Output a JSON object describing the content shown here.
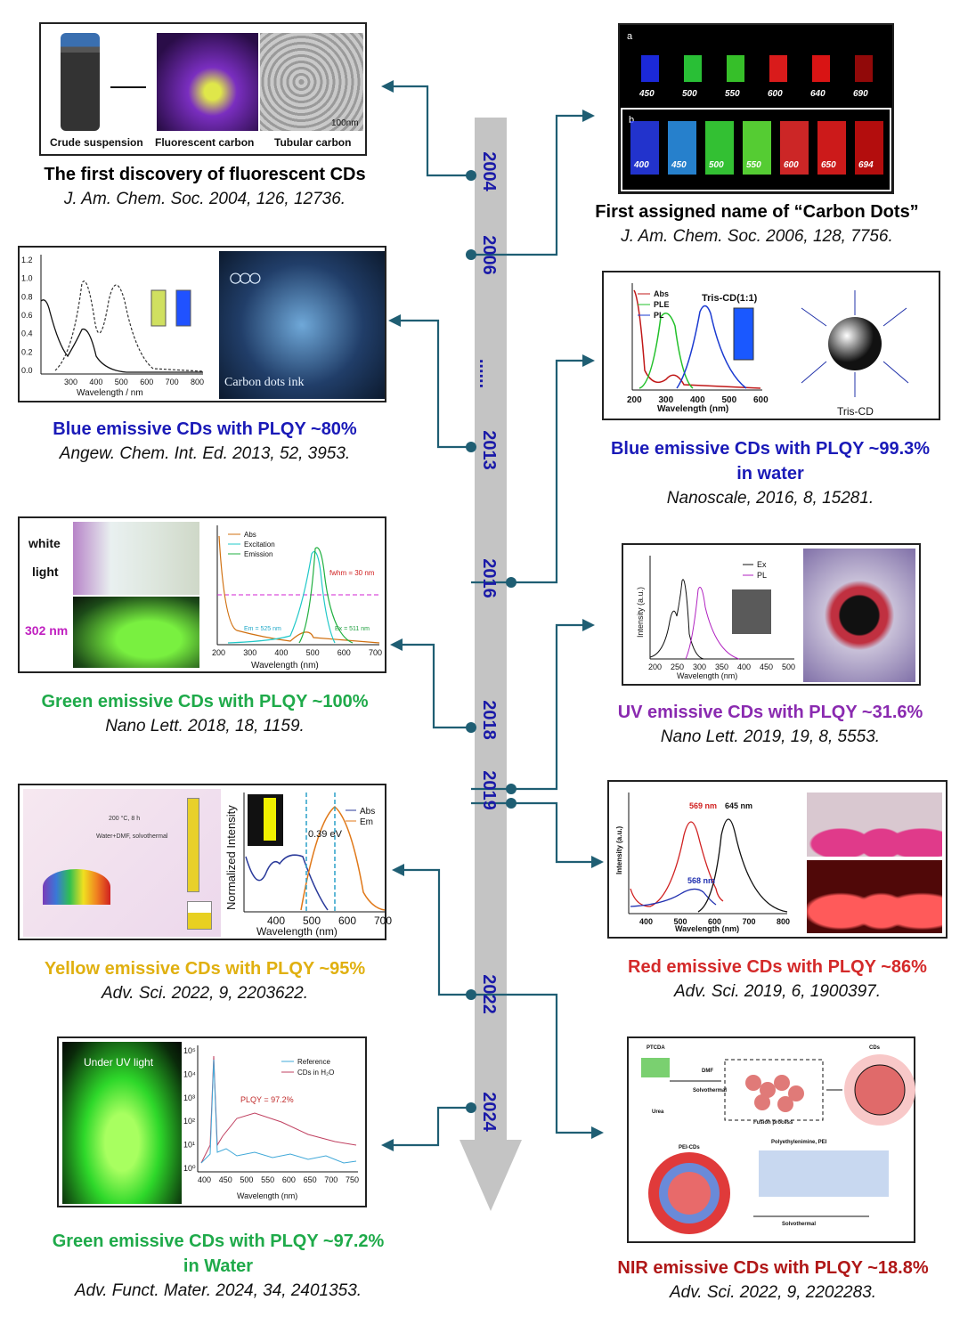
{
  "timeline": {
    "years": [
      "2004",
      "2006",
      "......",
      "2013",
      "2016",
      "2018",
      "2019",
      "2022",
      "2024"
    ],
    "axis_color": "#c4c4c4",
    "connector_color": "#1f5e73"
  },
  "milestones": {
    "m2004": {
      "title": "The first discovery of fluorescent CDs",
      "ref": "J. Am. Chem. Soc. 2004, 126, 12736.",
      "labels": [
        "Crude suspension",
        "Fluorescent carbon",
        "Tubular carbon"
      ],
      "scale": "100nm",
      "color": "#111111"
    },
    "m2006": {
      "title": "First assigned name of “Carbon Dots”",
      "ref": "J. Am. Chem. Soc. 2006, 128, 7756.",
      "row_a": [
        "450",
        "500",
        "550",
        "600",
        "640",
        "690"
      ],
      "row_b": [
        "400",
        "450",
        "500",
        "550",
        "600",
        "650",
        "694"
      ],
      "tag_a": "a",
      "tag_b": "b",
      "color": "#111111"
    },
    "m2013": {
      "title": "Blue emissive CDs with PLQY ~80%",
      "ref": "Angew. Chem. Int. Ed. 2013, 52, 3953.",
      "xlabel": "Wavelength / nm",
      "ink": "Carbon dots ink",
      "yticks": [
        "1.2",
        "1.0",
        "0.8",
        "0.6",
        "0.4",
        "0.2",
        "0.0"
      ],
      "xticks": [
        "300",
        "400",
        "500",
        "600",
        "700",
        "800"
      ],
      "color": "#1a1ab8"
    },
    "m2016": {
      "title": "Blue emissive CDs with PLQY ~99.3%",
      "title2": "in water",
      "ref": "Nanoscale, 2016, 8, 15281.",
      "legend": [
        "Abs",
        "PLE",
        "PL"
      ],
      "label": "Tris-CD(1:1)",
      "caption": "Tris-CD",
      "xlabel": "Wavelength (nm)",
      "xticks": [
        "200",
        "300",
        "400",
        "500",
        "600"
      ],
      "color": "#1a1ab8"
    },
    "m2018": {
      "title": "Green emissive CDs with PLQY ~100%",
      "ref": "Nano Lett. 2018, 18, 1159.",
      "white": "white",
      "light": "light",
      "uv": "302 nm",
      "legend": [
        "Abs",
        "Excitation",
        "Emission"
      ],
      "fwhm": "fwhm = 30 nm",
      "em": "Em = 525 nm",
      "ex": "Ex = 511 nm",
      "xlabel": "Wavelength (nm)",
      "xticks": [
        "200",
        "300",
        "400",
        "500",
        "600",
        "700"
      ],
      "color": "#1faa4a"
    },
    "m2019uv": {
      "title": "UV emissive CDs with PLQY ~31.6%",
      "ref": "Nano Lett. 2019, 19, 8, 5553.",
      "legend": [
        "Ex",
        "PL"
      ],
      "ylabel": "Intensity (a.u.)",
      "xlabel": "Wavelength (nm)",
      "xticks": [
        "200",
        "250",
        "300",
        "350",
        "400",
        "450",
        "500"
      ],
      "color": "#8a2ab0"
    },
    "m2019red": {
      "title": "Red emissive CDs with PLQY ~86%",
      "ref": "Adv. Sci. 2019, 6, 1900397.",
      "peaks": [
        "569 nm",
        "645 nm",
        "568 nm"
      ],
      "ylabel": "Intensity (a.u.)",
      "xlabel": "Wavelength (nm)",
      "xticks": [
        "400",
        "500",
        "600",
        "700",
        "800"
      ],
      "color": "#d42a2a"
    },
    "m2022y": {
      "title": "Yellow emissive CDs with PLQY ~95%",
      "ref": "Adv. Sci. 2022, 9, 2203622.",
      "legend": [
        "Abs",
        "Em"
      ],
      "gap": "0.39 eV",
      "ylabel": "Normalized Intensity",
      "xlabel": "Wavelength (nm)",
      "xticks": [
        "400",
        "500",
        "600",
        "700"
      ],
      "cond": "200 °C, 8 h",
      "cond2": "Water+DMF, solvothermal",
      "color": "#e0b010"
    },
    "m2022nir": {
      "title": "NIR emissive CDs with PLQY ~18.8%",
      "ref": "Adv. Sci. 2022, 9, 2202283.",
      "labels": [
        "PTCDA",
        "Urea",
        "DMF",
        "Solvothermal",
        "Fusion process",
        "CDs",
        "PEI-CDs",
        "Polyethylenimine, PEI",
        "Solvothermal"
      ],
      "color": "#b01818"
    },
    "m2024": {
      "title": "Green emissive CDs with PLQY ~97.2%",
      "title2": "in Water",
      "ref": "Adv. Funct. Mater. 2024, 34, 2401353.",
      "uv": "Under UV light",
      "legend": [
        "Reference",
        "CDs in H₂O"
      ],
      "plqy": "PLQY = 97.2%",
      "xlabel": "Wavelength (nm)",
      "xticks": [
        "400",
        "450",
        "500",
        "550",
        "600",
        "650",
        "700",
        "750"
      ],
      "yticks": [
        "10⁵",
        "10⁴",
        "10³",
        "10²",
        "10¹",
        "10⁰"
      ],
      "color": "#1faa4a"
    }
  }
}
